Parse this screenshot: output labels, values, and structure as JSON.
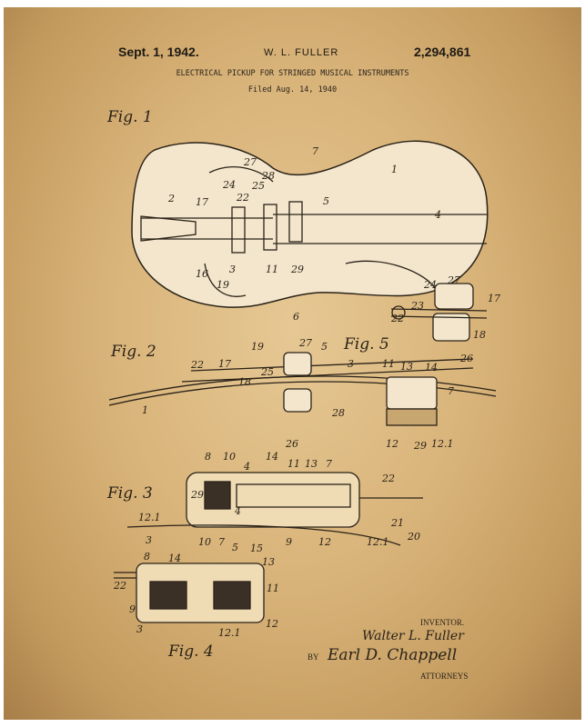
{
  "header": {
    "date": "Sept. 1, 1942.",
    "inventor_name": "W. L. FULLER",
    "patent_number": "2,294,861",
    "title": "ELECTRICAL PICKUP FOR STRINGED MUSICAL INSTRUMENTS",
    "filed": "Filed Aug. 14, 1940"
  },
  "figures": {
    "fig1": "Fig. 1",
    "fig2": "Fig. 2",
    "fig3": "Fig. 3",
    "fig4": "Fig. 4",
    "fig5": "Fig. 5"
  },
  "reference_numerals": {
    "fig1": [
      "27",
      "7",
      "28",
      "24",
      "22",
      "25",
      "1",
      "2",
      "17",
      "5",
      "4",
      "16",
      "3",
      "11",
      "29",
      "19",
      "6"
    ],
    "fig5": [
      "27",
      "24",
      "23",
      "22",
      "17",
      "18",
      "26"
    ],
    "fig2": [
      "19",
      "27",
      "5",
      "3",
      "11",
      "13",
      "14",
      "22",
      "17",
      "25",
      "7",
      "1",
      "18",
      "26",
      "28",
      "12",
      "29",
      "12.1"
    ],
    "fig3": [
      "8",
      "10",
      "14",
      "11",
      "13",
      "7",
      "4",
      "29",
      "22",
      "12.1",
      "21",
      "4",
      "9",
      "12",
      "12.1",
      "20"
    ],
    "fig4": [
      "3",
      "10",
      "7",
      "5",
      "8",
      "14",
      "15",
      "13",
      "22",
      "11",
      "9",
      "3",
      "12.1",
      "12"
    ]
  },
  "signature": {
    "inventor_label": "INVENTOR.",
    "inventor_signature": "Walter L. Fuller",
    "by_label": "BY",
    "attorney_signature": "Earl D. Chappell",
    "attorneys_label": "ATTORNEYS"
  },
  "colors": {
    "paper": "#d9b47a",
    "ink": "#2a2218",
    "guitar_fill": "#f3e6cc"
  }
}
